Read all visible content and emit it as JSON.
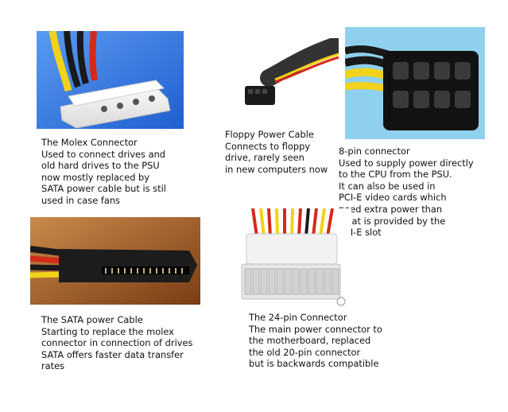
{
  "items": [
    {
      "id": "molex",
      "image": "molex-connector-photo",
      "lines": [
        "The Molex Connector",
        "Used to connect drives and",
        "old hard drives to the PSU",
        "now mostly replaced by",
        "SATA power cable but is stil",
        "used in case fans"
      ]
    },
    {
      "id": "floppy",
      "image": "floppy-power-cable-photo",
      "lines": [
        "Floppy Power Cable",
        "Connects to floppy",
        "drive, rarely seen",
        "in new computers now"
      ]
    },
    {
      "id": "eightpin",
      "image": "8-pin-connector-photo",
      "lines": [
        "8-pin connector",
        "Used to supply power directly",
        "to the CPU from the PSU.",
        "It can also be used in",
        "PCI-E video cards which",
        "need extra power than",
        "what is provided by the",
        "PCI-E slot"
      ]
    },
    {
      "id": "sata",
      "image": "sata-power-cable-photo",
      "lines": [
        "The SATA power Cable",
        "Starting to replace the molex",
        "connector in connection of drives",
        "SATA offers faster data transfer",
        "rates"
      ]
    },
    {
      "id": "atx24",
      "image": "24-pin-connector-photo",
      "lines": [
        "The 24-pin Connector",
        "The main power connector to",
        "the motherboard, replaced",
        "the old 20-pin connector",
        "but is backwards compatible"
      ]
    }
  ],
  "colors": {
    "molex_bg": "#3a7ee6",
    "eightpin_bg": "#8fd0ee",
    "sata_bg": "#b06a30",
    "wire_red": "#d42a1a",
    "wire_yellow": "#f2d21a",
    "wire_black": "#1a1a1a"
  }
}
